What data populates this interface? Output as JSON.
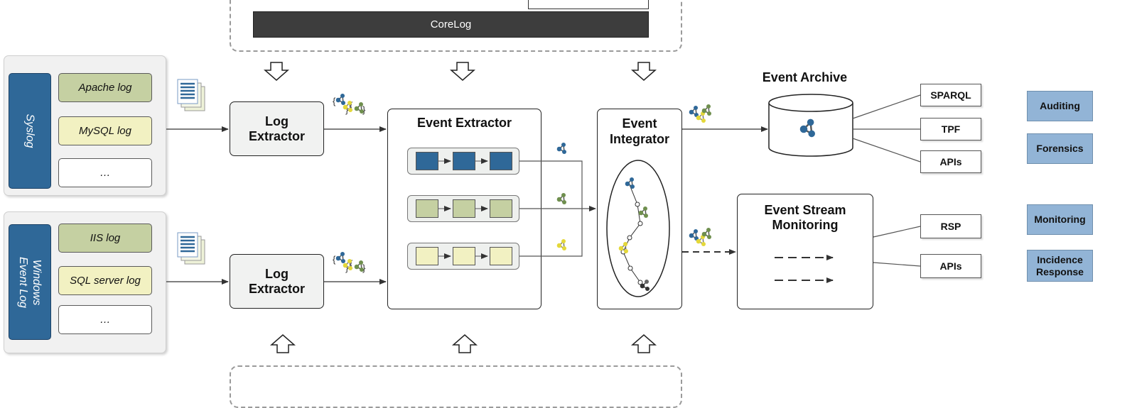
{
  "top": {
    "corelog_label": "CoreLog"
  },
  "sources": [
    {
      "name": "Syslog",
      "logs": [
        "Apache log",
        "MySQL log",
        "…"
      ]
    },
    {
      "name": "Windows\nEvent Log",
      "logs": [
        "IIS log",
        "SQL server log",
        "…"
      ]
    }
  ],
  "extractors": {
    "label": "Log\nExtractor"
  },
  "event_extractor": {
    "title": "Event Extractor"
  },
  "event_integrator": {
    "title": "Event\nIntegrator"
  },
  "event_archive": {
    "title": "Event Archive",
    "services": [
      "SPARQL",
      "TPF",
      "APIs"
    ]
  },
  "stream_monitoring": {
    "title": "Event Stream\nMonitoring",
    "services": [
      "RSP",
      "APIs"
    ]
  },
  "use_cases": [
    "Auditing",
    "Forensics",
    "Monitoring",
    "Incidence\nResponse"
  ],
  "colors": {
    "blue": "#2f6898",
    "green": "#c5d0a2",
    "yellow": "#f2f1c2",
    "dark": "#3d3d3d",
    "usecase": "#92b4d6"
  }
}
